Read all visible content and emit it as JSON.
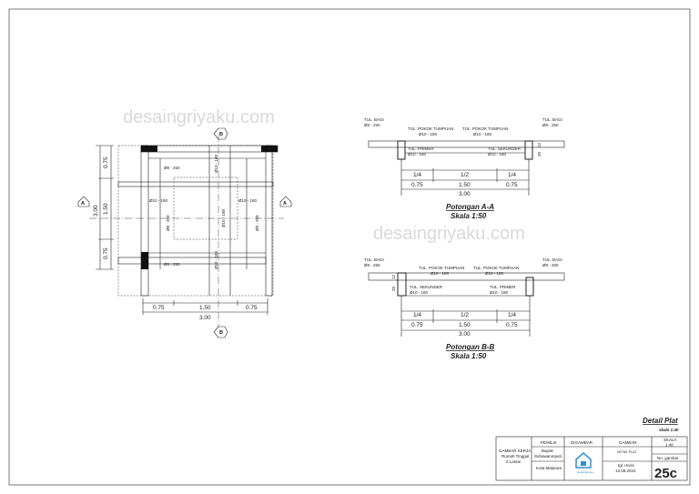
{
  "watermark": "desaingriyaku.com",
  "plan": {
    "section_a": "A",
    "section_b": "B",
    "rebar": {
      "bagi_top": "Ø8 - 250",
      "bagi_bottom": "Ø8 - 250",
      "pokok_left": "Ø10 - 180",
      "bagi_left": "Ø8 - 250",
      "pokok_right": "Ø10 - 180",
      "bagi_right": "Ø8 - 250",
      "vertical_top": "Ø10 - 180",
      "vertical_mid": "Ø10 - 180",
      "vertical_bottom": "Ø10 - 180"
    },
    "dims_vertical": [
      "0.75",
      "1.50",
      "0.75"
    ],
    "dim_vertical_total": "3.00",
    "dims_horizontal": [
      "0.75",
      "1.50",
      "0.75"
    ],
    "dim_horizontal_total": "3.00"
  },
  "section_aa": {
    "bagi_left": [
      "TUL. BAGI",
      "Ø8 - 250"
    ],
    "bagi_right": [
      "TUL. BAGI",
      "Ø8 - 250"
    ],
    "pokok_left": [
      "TUL. POKOK TUMPUAN",
      "Ø10 - 180"
    ],
    "pokok_right": [
      "TUL. POKOK TUMPUAN",
      "Ø10 - 180"
    ],
    "primer": [
      "TUL. PRIMER",
      "Ø10 - 180"
    ],
    "sekunder": [
      "TUL. SEKUNDER",
      "Ø10 - 180"
    ],
    "thickness": [
      "12",
      "20"
    ],
    "fractions": [
      "1/4",
      "1/2",
      "1/4"
    ],
    "dims": [
      "0.75",
      "1.50",
      "0.75"
    ],
    "total": "3.00",
    "title": "Potongan A-A",
    "scale": "Skala 1:50"
  },
  "section_bb": {
    "bagi_left": [
      "TUL. BAGI",
      "Ø8 - 250"
    ],
    "bagi_right": [
      "TUL. BAGI",
      "Ø8 - 250"
    ],
    "pokok_left": [
      "TUL. POKOK TUMPUAN",
      "Ø10 - 180"
    ],
    "pokok_right": [
      "TUL. POKOK TUMPUAN",
      "Ø10 - 180"
    ],
    "sekunder": [
      "TUL. SEKUNDER",
      "Ø10 - 180"
    ],
    "primer": [
      "TUL. PRIMER",
      "Ø10 - 180"
    ],
    "thickness": [
      "12",
      "20"
    ],
    "fractions": [
      "1/4",
      "1/2",
      "1/4"
    ],
    "dims": [
      "0.75",
      "1.50",
      "0.75"
    ],
    "total": "3.00",
    "title": "Potongan B-B",
    "scale": "Skala 1:50"
  },
  "sheet": {
    "title": "Detail Plat",
    "scale": "skala 1:40",
    "title_block": {
      "project": [
        "GAMBAR KERJA",
        "Rumah Tinggal",
        "2 Lantai"
      ],
      "owner_header": "PEMILIK",
      "owner": [
        "Bapak",
        "Suhawanmputi"
      ],
      "location": "Kota Mataram",
      "drawn_header": "DIGAMBAR",
      "logo_text": "desaingriyaku",
      "drawing_header": "GAMBAR",
      "drawing": "DETAIL PLAT",
      "revision": [
        "tgl. revisi",
        "13.08.2024"
      ],
      "scale_header": "SKALA",
      "scale": "1:40",
      "sheet_no_label": "No. gambar",
      "sheet_no": "25c"
    }
  },
  "colors": {
    "line": "#222222",
    "logo": "#2a8fd6"
  }
}
